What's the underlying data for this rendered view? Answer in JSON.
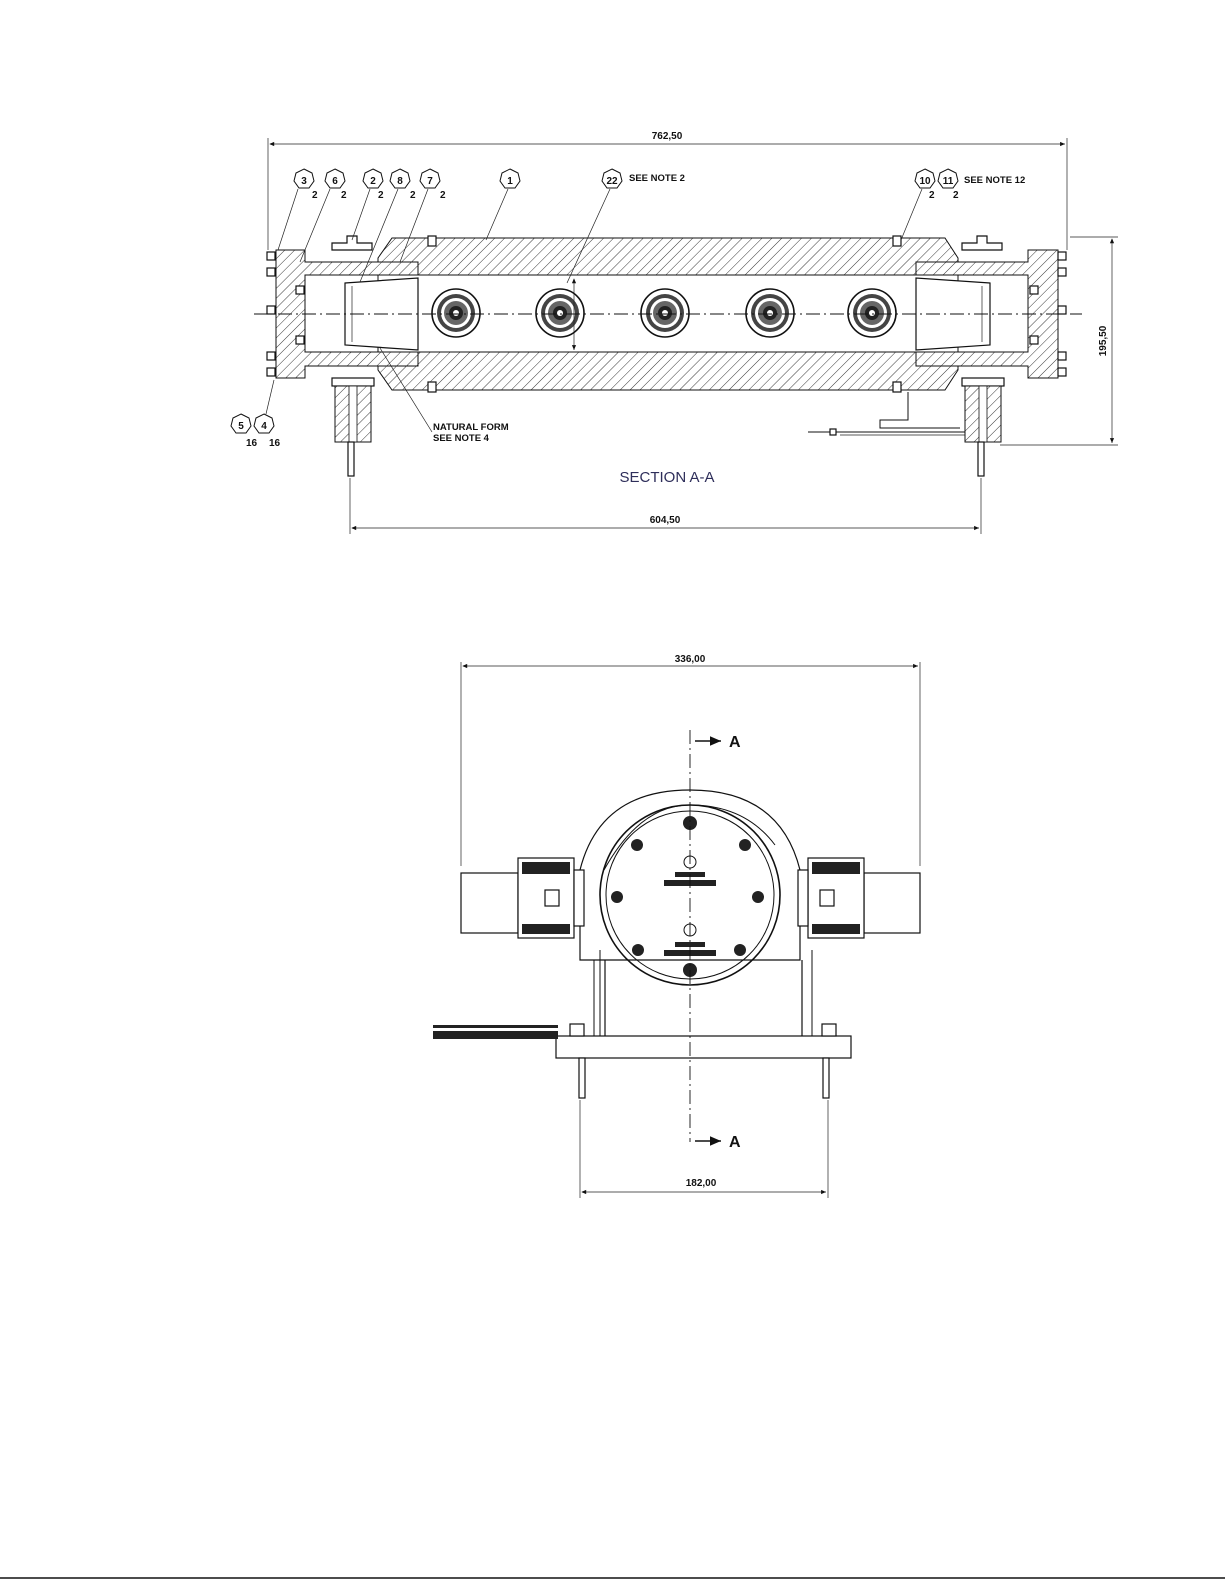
{
  "section_view": {
    "title": "SECTION A-A",
    "dim_overall_length": "762,50",
    "dim_height": "195,50",
    "dim_support_spacing": "604,50",
    "note_natural_form_line1": "NATURAL FORM",
    "note_natural_form_line2": "SEE NOTE 4",
    "note_22": "SEE NOTE 2",
    "note_11": "SEE NOTE 12",
    "balloons": [
      {
        "id": "3",
        "qty": "2"
      },
      {
        "id": "6",
        "qty": "2"
      },
      {
        "id": "2",
        "qty": "2"
      },
      {
        "id": "8",
        "qty": "2"
      },
      {
        "id": "7",
        "qty": "2"
      },
      {
        "id": "1",
        "qty": ""
      },
      {
        "id": "22",
        "qty": ""
      },
      {
        "id": "10",
        "qty": "2"
      },
      {
        "id": "11",
        "qty": "2"
      },
      {
        "id": "5",
        "qty": "16"
      },
      {
        "id": "4",
        "qty": "16"
      }
    ]
  },
  "end_view": {
    "dim_width": "336,00",
    "dim_base": "182,00",
    "cut_label_top": "A",
    "cut_label_bottom": "A"
  }
}
